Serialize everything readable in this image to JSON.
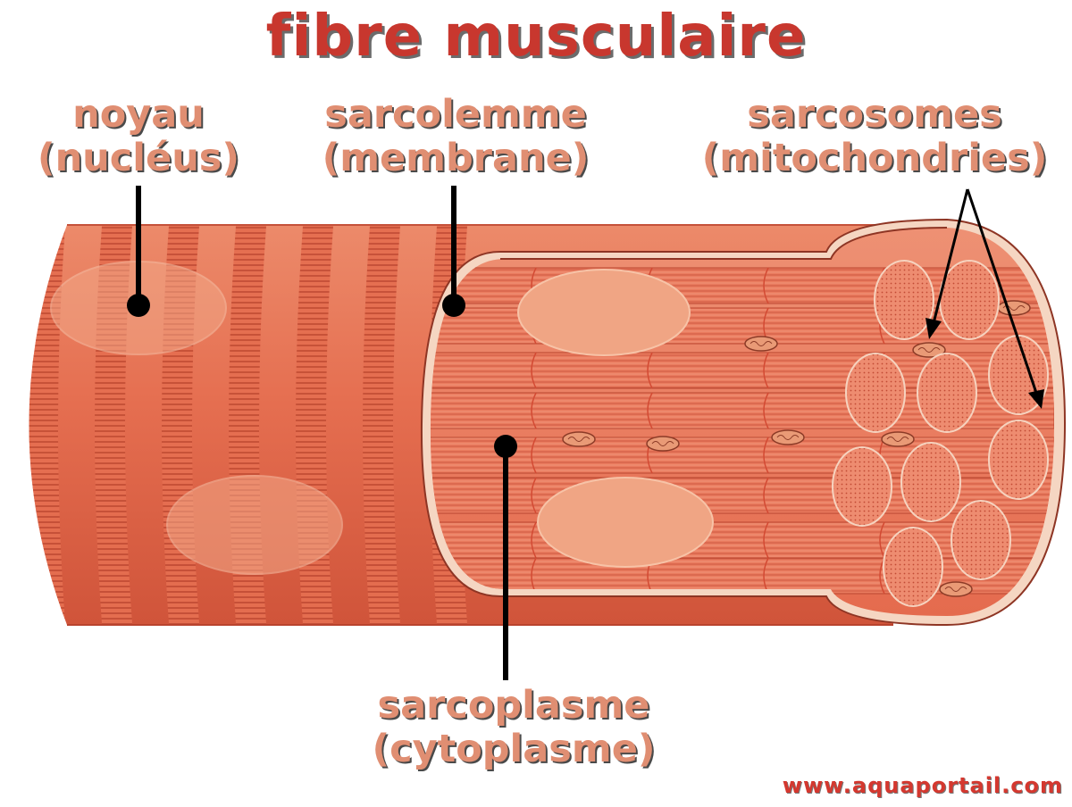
{
  "title": "fibre musculaire",
  "labels": {
    "noyau": {
      "line1": "noyau",
      "line2": "(nucléus)"
    },
    "sarcolemme": {
      "line1": "sarcolemme",
      "line2": "(membrane)"
    },
    "sarcosomes": {
      "line1": "sarcosomes",
      "line2": "(mitochondries)"
    },
    "sarcoplasme": {
      "line1": "sarcoplasme",
      "line2": "(cytoplasme)"
    }
  },
  "website": "www.aquaportail.com",
  "colors": {
    "title": "#c8372e",
    "label": "#e08e72",
    "fiber_base": "#e4674b",
    "fiber_stripe": "#b8432c",
    "membrane_edge": "#f5d6c2",
    "nucleus": "#f0a584",
    "leader_line": "#000000"
  }
}
